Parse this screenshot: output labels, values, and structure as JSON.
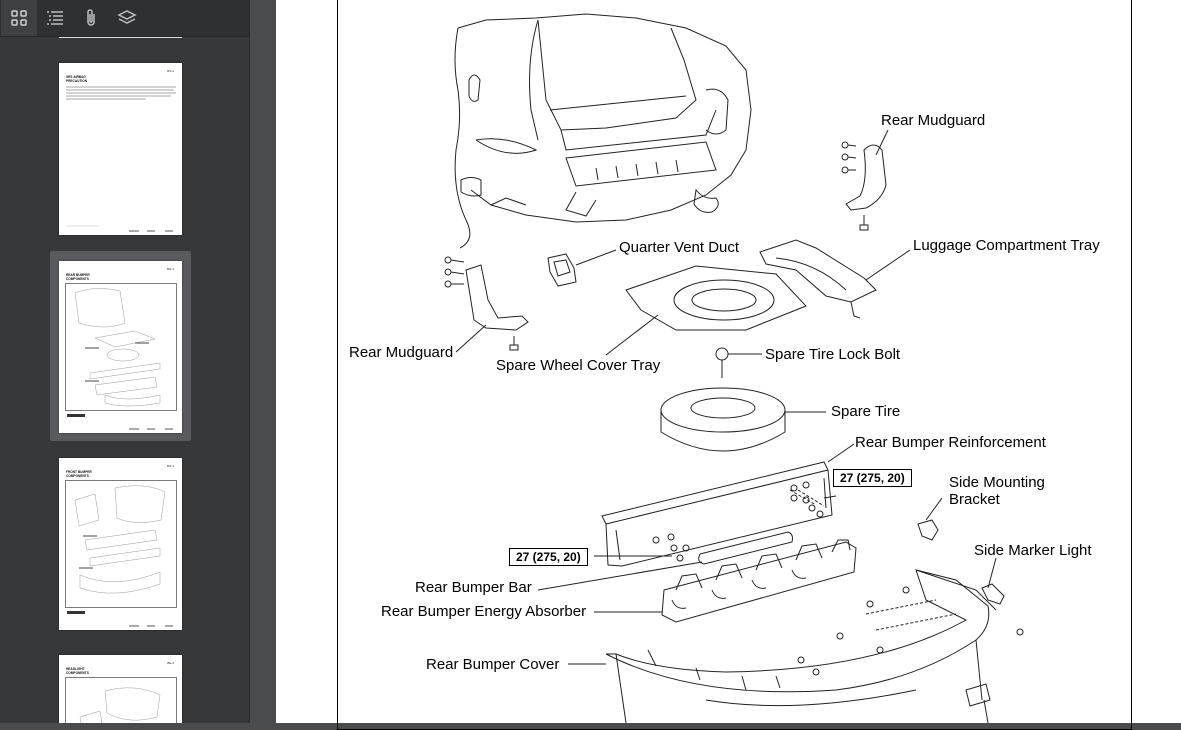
{
  "sidebar": {
    "tabs": [
      {
        "name": "thumbnails-icon"
      },
      {
        "name": "outline-icon"
      },
      {
        "name": "attachments-icon"
      },
      {
        "name": "layers-icon"
      }
    ],
    "thumbnails": [
      {
        "title": "SRS AIRBAG\nPRECAUTION",
        "code": "RS-1"
      },
      {
        "title": "REAR BUMPER\nCOMPONENTS",
        "code": "BO-1"
      },
      {
        "title": "FRONT BUMPER\nCOMPONENTS",
        "code": "BO-1"
      },
      {
        "title": "HEADLIGHT\nCOMPONENTS",
        "code": "BE-1"
      }
    ]
  },
  "page": {
    "labels": {
      "rear_mudguard_right": "Rear Mudguard",
      "quarter_vent_duct": "Quarter Vent Duct",
      "luggage_tray": "Luggage Compartment Tray",
      "rear_mudguard_left": "Rear Mudguard",
      "spare_wheel_cover_tray": "Spare Wheel Cover Tray",
      "spare_tire_lock_bolt": "Spare Tire Lock Bolt",
      "spare_tire": "Spare Tire",
      "rear_bumper_reinforcement": "Rear Bumper Reinforcement",
      "torque_right": "27 (275, 20)",
      "side_mounting_bracket": "Side Mounting\nBracket",
      "side_marker_light": "Side Marker Light",
      "torque_left": "27 (275, 20)",
      "rear_bumper_bar": "Rear Bumper Bar",
      "rear_bumper_energy_absorber": "Rear Bumper Energy Absorber",
      "rear_bumper_cover": "Rear Bumper Cover"
    }
  }
}
